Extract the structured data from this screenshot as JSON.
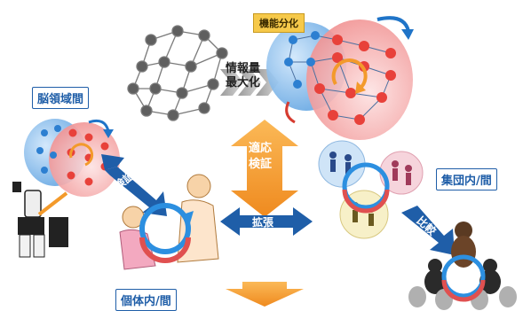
{
  "labels": {
    "specialization": "機能分化",
    "maximize_line1": "情報量",
    "maximize_line2": "最大化",
    "brain_regions": "脳領域間",
    "adapt_line1": "適応",
    "adapt_line2": "検証",
    "verify": "検証",
    "expand": "拡張",
    "group": "集団内/間",
    "individual": "個体内/間",
    "compare": "比較"
  },
  "colors": {
    "accent_blue": "#1f5ea8",
    "arrow_orange": "#f39a2b",
    "node_red": "#e8413a",
    "node_blue": "#2c7fd1",
    "node_gray": "#5f5f5f",
    "label_yellow": "#f6c94a"
  },
  "icons": [
    "network-graph-gray",
    "network-graph-colored",
    "robot-figure",
    "human-figures",
    "chimpanzee-group",
    "cycle-arrows"
  ]
}
